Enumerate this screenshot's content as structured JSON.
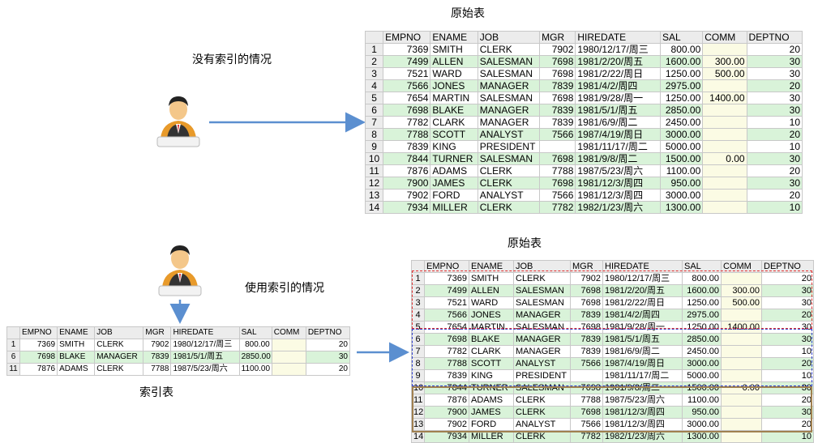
{
  "labels": {
    "top_title": "原始表",
    "no_index": "没有索引的情况",
    "bottom_title": "原始表",
    "with_index": "使用索引的情况",
    "index_table": "索引表"
  },
  "columns": [
    "EMPNO",
    "ENAME",
    "JOB",
    "MGR",
    "HIREDATE",
    "SAL",
    "COMM",
    "DEPTNO"
  ],
  "rows": [
    {
      "n": "1",
      "empno": "7369",
      "ename": "SMITH",
      "job": "CLERK",
      "mgr": "7902",
      "hiredate": "1980/12/17/周三",
      "sal": "800.00",
      "comm": "",
      "deptno": "20"
    },
    {
      "n": "2",
      "empno": "7499",
      "ename": "ALLEN",
      "job": "SALESMAN",
      "mgr": "7698",
      "hiredate": "1981/2/20/周五",
      "sal": "1600.00",
      "comm": "300.00",
      "deptno": "30"
    },
    {
      "n": "3",
      "empno": "7521",
      "ename": "WARD",
      "job": "SALESMAN",
      "mgr": "7698",
      "hiredate": "1981/2/22/周日",
      "sal": "1250.00",
      "comm": "500.00",
      "deptno": "30"
    },
    {
      "n": "4",
      "empno": "7566",
      "ename": "JONES",
      "job": "MANAGER",
      "mgr": "7839",
      "hiredate": "1981/4/2/周四",
      "sal": "2975.00",
      "comm": "",
      "deptno": "20"
    },
    {
      "n": "5",
      "empno": "7654",
      "ename": "MARTIN",
      "job": "SALESMAN",
      "mgr": "7698",
      "hiredate": "1981/9/28/周一",
      "sal": "1250.00",
      "comm": "1400.00",
      "deptno": "30"
    },
    {
      "n": "6",
      "empno": "7698",
      "ename": "BLAKE",
      "job": "MANAGER",
      "mgr": "7839",
      "hiredate": "1981/5/1/周五",
      "sal": "2850.00",
      "comm": "",
      "deptno": "30"
    },
    {
      "n": "7",
      "empno": "7782",
      "ename": "CLARK",
      "job": "MANAGER",
      "mgr": "7839",
      "hiredate": "1981/6/9/周二",
      "sal": "2450.00",
      "comm": "",
      "deptno": "10"
    },
    {
      "n": "8",
      "empno": "7788",
      "ename": "SCOTT",
      "job": "ANALYST",
      "mgr": "7566",
      "hiredate": "1987/4/19/周日",
      "sal": "3000.00",
      "comm": "",
      "deptno": "20"
    },
    {
      "n": "9",
      "empno": "7839",
      "ename": "KING",
      "job": "PRESIDENT",
      "mgr": "",
      "hiredate": "1981/11/17/周二",
      "sal": "5000.00",
      "comm": "",
      "deptno": "10"
    },
    {
      "n": "10",
      "empno": "7844",
      "ename": "TURNER",
      "job": "SALESMAN",
      "mgr": "7698",
      "hiredate": "1981/9/8/周二",
      "sal": "1500.00",
      "comm": "0.00",
      "deptno": "30"
    },
    {
      "n": "11",
      "empno": "7876",
      "ename": "ADAMS",
      "job": "CLERK",
      "mgr": "7788",
      "hiredate": "1987/5/23/周六",
      "sal": "1100.00",
      "comm": "",
      "deptno": "20"
    },
    {
      "n": "12",
      "empno": "7900",
      "ename": "JAMES",
      "job": "CLERK",
      "mgr": "7698",
      "hiredate": "1981/12/3/周四",
      "sal": "950.00",
      "comm": "",
      "deptno": "30"
    },
    {
      "n": "13",
      "empno": "7902",
      "ename": "FORD",
      "job": "ANALYST",
      "mgr": "7566",
      "hiredate": "1981/12/3/周四",
      "sal": "3000.00",
      "comm": "",
      "deptno": "20"
    },
    {
      "n": "14",
      "empno": "7934",
      "ename": "MILLER",
      "job": "CLERK",
      "mgr": "7782",
      "hiredate": "1982/1/23/周六",
      "sal": "1300.00",
      "comm": "",
      "deptno": "10"
    }
  ],
  "index_rows": [
    {
      "n": "1",
      "empno": "7369",
      "ename": "SMITH",
      "job": "CLERK",
      "mgr": "7902",
      "hiredate": "1980/12/17/周三",
      "sal": "800.00",
      "comm": "",
      "deptno": "20"
    },
    {
      "n": "6",
      "empno": "7698",
      "ename": "BLAKE",
      "job": "MANAGER",
      "mgr": "7839",
      "hiredate": "1981/5/1/周五",
      "sal": "2850.00",
      "comm": "",
      "deptno": "30"
    },
    {
      "n": "11",
      "empno": "7876",
      "ename": "ADAMS",
      "job": "CLERK",
      "mgr": "7788",
      "hiredate": "1987/5/23/周六",
      "sal": "1100.00",
      "comm": "",
      "deptno": "20"
    }
  ],
  "colors": {
    "arrow": "#5b8fd0",
    "row_alt": "#d9f3d9",
    "comm_bg": "#fbfbe4",
    "header_bg": "#ececec",
    "group1": "#e03030",
    "group2": "#3040d0",
    "group3": "#a08050"
  },
  "icons": [
    "person-at-desk-icon",
    "person-at-desk-icon"
  ]
}
